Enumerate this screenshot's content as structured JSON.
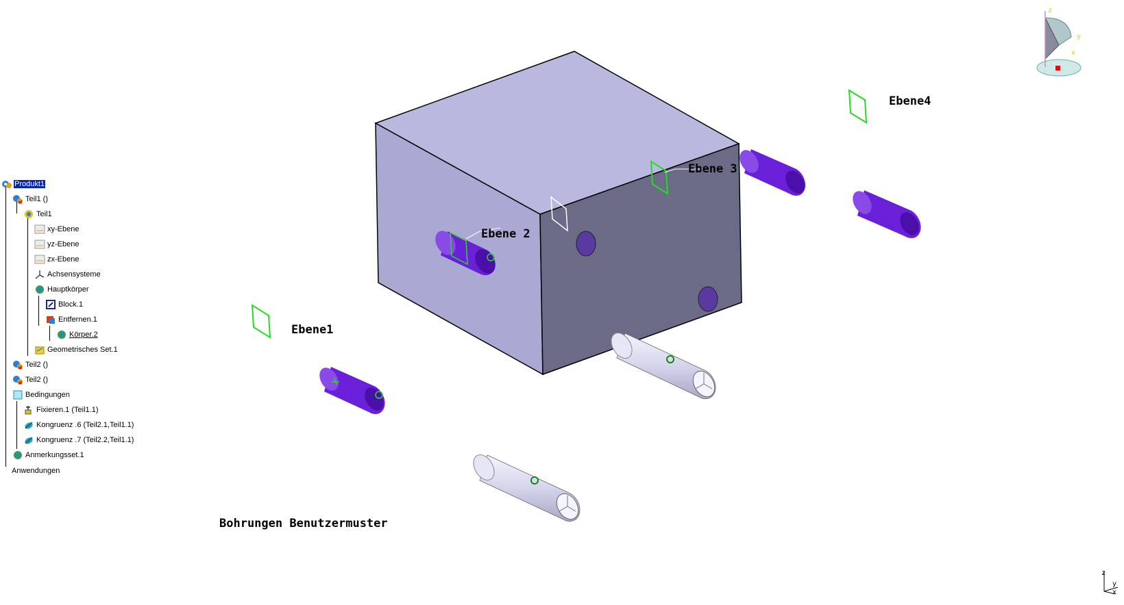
{
  "tree": {
    "items": [
      {
        "label": "Produkt1",
        "icon": "product-icon",
        "selected": true
      },
      {
        "label": "Teil1 ()",
        "icon": "part-instance-icon"
      },
      {
        "label": "Teil1",
        "icon": "part-icon"
      },
      {
        "label": "xy-Ebene",
        "icon": "plane-icon"
      },
      {
        "label": "yz-Ebene",
        "icon": "plane-icon"
      },
      {
        "label": "zx-Ebene",
        "icon": "plane-icon"
      },
      {
        "label": "Achsensysteme",
        "icon": "axis-system-icon"
      },
      {
        "label": "Hauptkörper",
        "icon": "body-icon"
      },
      {
        "label": "Block.1",
        "icon": "pad-icon"
      },
      {
        "label": "Entfernen.1",
        "icon": "remove-icon"
      },
      {
        "label": "Körper.2",
        "icon": "body-icon",
        "underlined": true
      },
      {
        "label": "Geometrisches Set.1",
        "icon": "geometrical-set-icon"
      },
      {
        "label": "Teil2 ()",
        "icon": "part-instance-icon"
      },
      {
        "label": "Teil2 ()",
        "icon": "part-instance-icon"
      },
      {
        "label": "Bedingungen",
        "icon": "constraints-icon"
      },
      {
        "label": "Fixieren.1 (Teil1.1)",
        "icon": "fix-constraint-icon"
      },
      {
        "label": "Kongruenz .6 (Teil2.1,Teil1.1)",
        "icon": "coincidence-constraint-icon"
      },
      {
        "label": "Kongruenz .7 (Teil2.2,Teil1.1)",
        "icon": "coincidence-constraint-icon"
      },
      {
        "label": "Anmerkungsset.1",
        "icon": "annotation-set-icon"
      },
      {
        "label": "Anwendungen",
        "icon": ""
      }
    ]
  },
  "scene": {
    "planes": [
      "Ebene1",
      "Ebene 2",
      "Ebene 3",
      "Ebene4"
    ],
    "caption": "Bohrungen Benutzermuster",
    "colors": {
      "cube_top": "#b9b9e0",
      "cube_left": "#a9a9d3",
      "cube_right": "#6c6b87",
      "pin_purple": "#6a1fd8",
      "pin_purple_dark": "#4a0fa8",
      "pin_gray": "#d9d9ee",
      "plane_green": "#22dd22"
    }
  },
  "compass": {
    "z": "z",
    "y": "y",
    "x": "x"
  },
  "mini_axis": {
    "z": "z",
    "y": "y",
    "x": "x"
  }
}
